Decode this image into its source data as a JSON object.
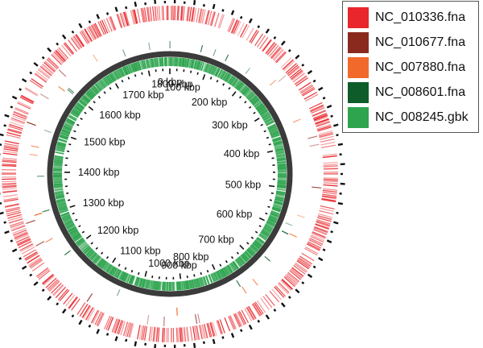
{
  "scale": {
    "unit": "kbp",
    "genome_length_kbp": 1860,
    "labels": [
      "0 kbp",
      "100 kbp",
      "200 kbp",
      "300 kbp",
      "400 kbp",
      "500 kbp",
      "600 kbp",
      "700 kbp",
      "800 kbp",
      "900 kbp",
      "1000 kbp",
      "1100 kbp",
      "1200 kbp",
      "1300 kbp",
      "1400 kbp",
      "1500 kbp",
      "1600 kbp",
      "1700 kbp",
      "1800 kbp"
    ],
    "label_positions_kbp": [
      0,
      100,
      200,
      300,
      400,
      500,
      600,
      700,
      800,
      900,
      1000,
      1100,
      1200,
      1300,
      1400,
      1500,
      1600,
      1700,
      1800
    ]
  },
  "rings": [
    {
      "name": "NC_010336.fna",
      "color": "#e8262b",
      "density": 0.7
    },
    {
      "name": "NC_010677.fna",
      "color": "#8a2a1e",
      "density": 0.05
    },
    {
      "name": "NC_007880.fna",
      "color": "#f26a2b",
      "density": 0.06
    },
    {
      "name": "NC_008601.fna",
      "color": "#0d5c2a",
      "density": 0.08
    },
    {
      "name": "NC_008245.gbk",
      "color": "#2ea44f",
      "density": 0.9
    }
  ],
  "legend": {
    "items": [
      {
        "label": "NC_010336.fna",
        "color": "#e8262b"
      },
      {
        "label": "NC_010677.fna",
        "color": "#8a2a1e"
      },
      {
        "label": "NC_007880.fna",
        "color": "#f26a2b"
      },
      {
        "label": "NC_008601.fna",
        "color": "#0d5c2a"
      },
      {
        "label": "NC_008245.gbk",
        "color": "#2ea44f"
      }
    ]
  }
}
